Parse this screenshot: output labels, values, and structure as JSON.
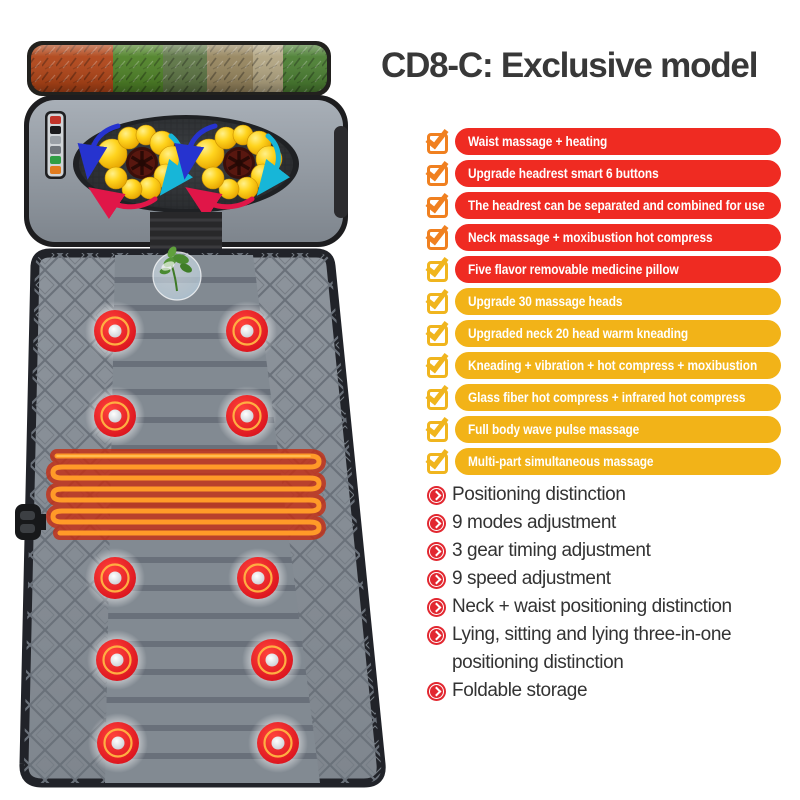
{
  "title": "CD8-C: Exclusive model",
  "features": [
    {
      "label": "Waist massage + heating",
      "pill_color": "red",
      "check_color": "orange"
    },
    {
      "label": "Upgrade headrest smart 6 buttons",
      "pill_color": "red",
      "check_color": "orange"
    },
    {
      "label": "The headrest can be separated and combined for use",
      "pill_color": "red",
      "check_color": "orange"
    },
    {
      "label": "Neck massage + moxibustion hot compress",
      "pill_color": "red",
      "check_color": "orange"
    },
    {
      "label": "Five flavor removable medicine pillow",
      "pill_color": "red",
      "check_color": "gold"
    },
    {
      "label": "Upgrade 30 massage heads",
      "pill_color": "gold",
      "check_color": "gold"
    },
    {
      "label": "Upgraded neck 20 head warm kneading",
      "pill_color": "gold",
      "check_color": "gold"
    },
    {
      "label": "Kneading + vibration + hot compress + moxibustion",
      "pill_color": "gold",
      "check_color": "gold"
    },
    {
      "label": "Glass fiber hot compress + infrared hot compress",
      "pill_color": "gold",
      "check_color": "gold"
    },
    {
      "label": "Full body wave pulse massage",
      "pill_color": "gold",
      "check_color": "gold"
    },
    {
      "label": "Multi-part simultaneous massage",
      "pill_color": "gold",
      "check_color": "gold"
    }
  ],
  "details": [
    {
      "label": "Positioning distinction"
    },
    {
      "label": "9 modes adjustment"
    },
    {
      "label": "3 gear timing adjustment"
    },
    {
      "label": "9 speed adjustment"
    },
    {
      "label": "Neck + waist positioning distinction"
    },
    {
      "label": "Lying, sitting and lying three-in-one positioning distinction"
    },
    {
      "label": "Foldable storage"
    }
  ],
  "icons": {
    "feature_bullet": "check-icon",
    "detail_bullet": "chevron-circle-icon"
  },
  "colors": {
    "pill_red": "#ef2b22",
    "pill_gold": "#f2b318",
    "check_orange": "#f08020",
    "check_gold": "#f0b51e",
    "detail_bullet_red": "#e22730",
    "title_text": "#383838",
    "massage_node_red": "#e4151e",
    "heating_wire_orange": "#ff9a28",
    "mat_gray": "#868d95"
  },
  "illustration": {
    "massage_node_count": 10,
    "heating_coil_rows": 8,
    "headrest_button_count": 6,
    "medicine_tube_segments": 6
  }
}
